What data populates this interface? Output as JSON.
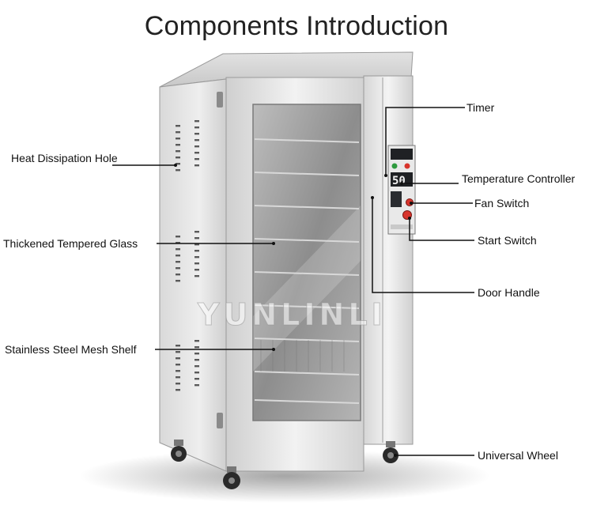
{
  "title": "Components Introduction",
  "watermark": "YUNLINLI",
  "labels": {
    "heat_hole": "Heat Dissipation Hole",
    "glass": "Thickened Tempered Glass",
    "shelf": "Stainless Steel Mesh Shelf",
    "timer": "Timer",
    "temp_controller": "Temperature Controller",
    "fan_switch": "Fan Switch",
    "start_switch": "Start Switch",
    "door_handle": "Door Handle",
    "wheel": "Universal Wheel"
  },
  "panel": {
    "display": "50"
  },
  "colors": {
    "steel_light": "#e6e6e6",
    "steel_mid": "#cfcfcf",
    "steel_dark": "#a8a8a8",
    "button_red": "#d8342c",
    "button_green": "#2e9a3e",
    "panel_dark": "#1f2124"
  }
}
